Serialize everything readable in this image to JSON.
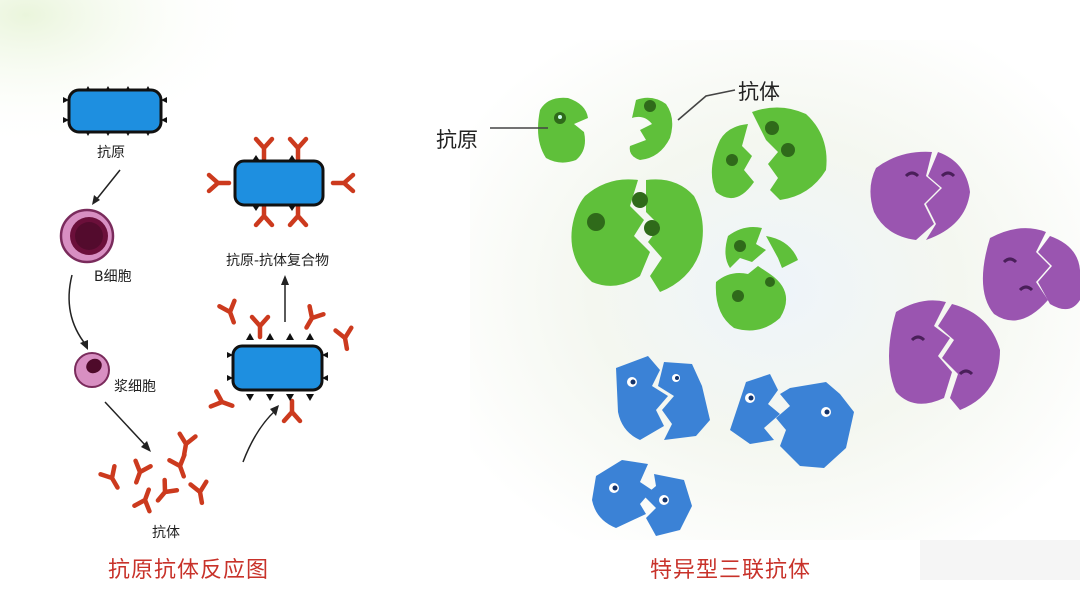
{
  "left_diagram": {
    "labels": {
      "antigen": "抗原",
      "b_cell": "B细胞",
      "plasma_cell": "浆细胞",
      "antibody": "抗体",
      "complex": "抗原-抗体复合物"
    },
    "caption": "抗原抗体反应图"
  },
  "right_diagram": {
    "labels": {
      "antigen": "抗原",
      "antibody": "抗体"
    },
    "caption": "特异型三联抗体"
  },
  "colors": {
    "antigen_blue": "#1e8fe0",
    "antibody_red": "#cc3a1e",
    "caption_red": "#c8322a",
    "green_cell": "#5fc03a",
    "purple_cell": "#9a55b0",
    "blue_cell": "#3b82d6"
  }
}
